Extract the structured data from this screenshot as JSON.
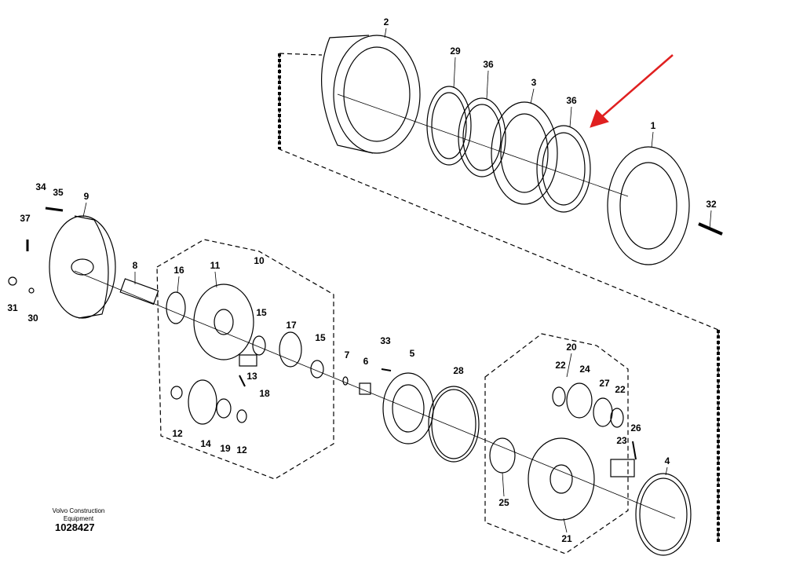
{
  "diagram": {
    "company": "Volvo Construction Equipment",
    "document_number": "1028427",
    "highlight_color": "#e02020",
    "part_labels": [
      "2",
      "29",
      "36",
      "3",
      "36",
      "1",
      "32",
      "34",
      "35",
      "9",
      "37",
      "8",
      "16",
      "11",
      "10",
      "31",
      "30",
      "15",
      "17",
      "15",
      "7",
      "6",
      "33",
      "5",
      "13",
      "18",
      "28",
      "20",
      "22",
      "24",
      "27",
      "22",
      "12",
      "14",
      "19",
      "12",
      "23",
      "26",
      "4",
      "25",
      "21"
    ]
  }
}
